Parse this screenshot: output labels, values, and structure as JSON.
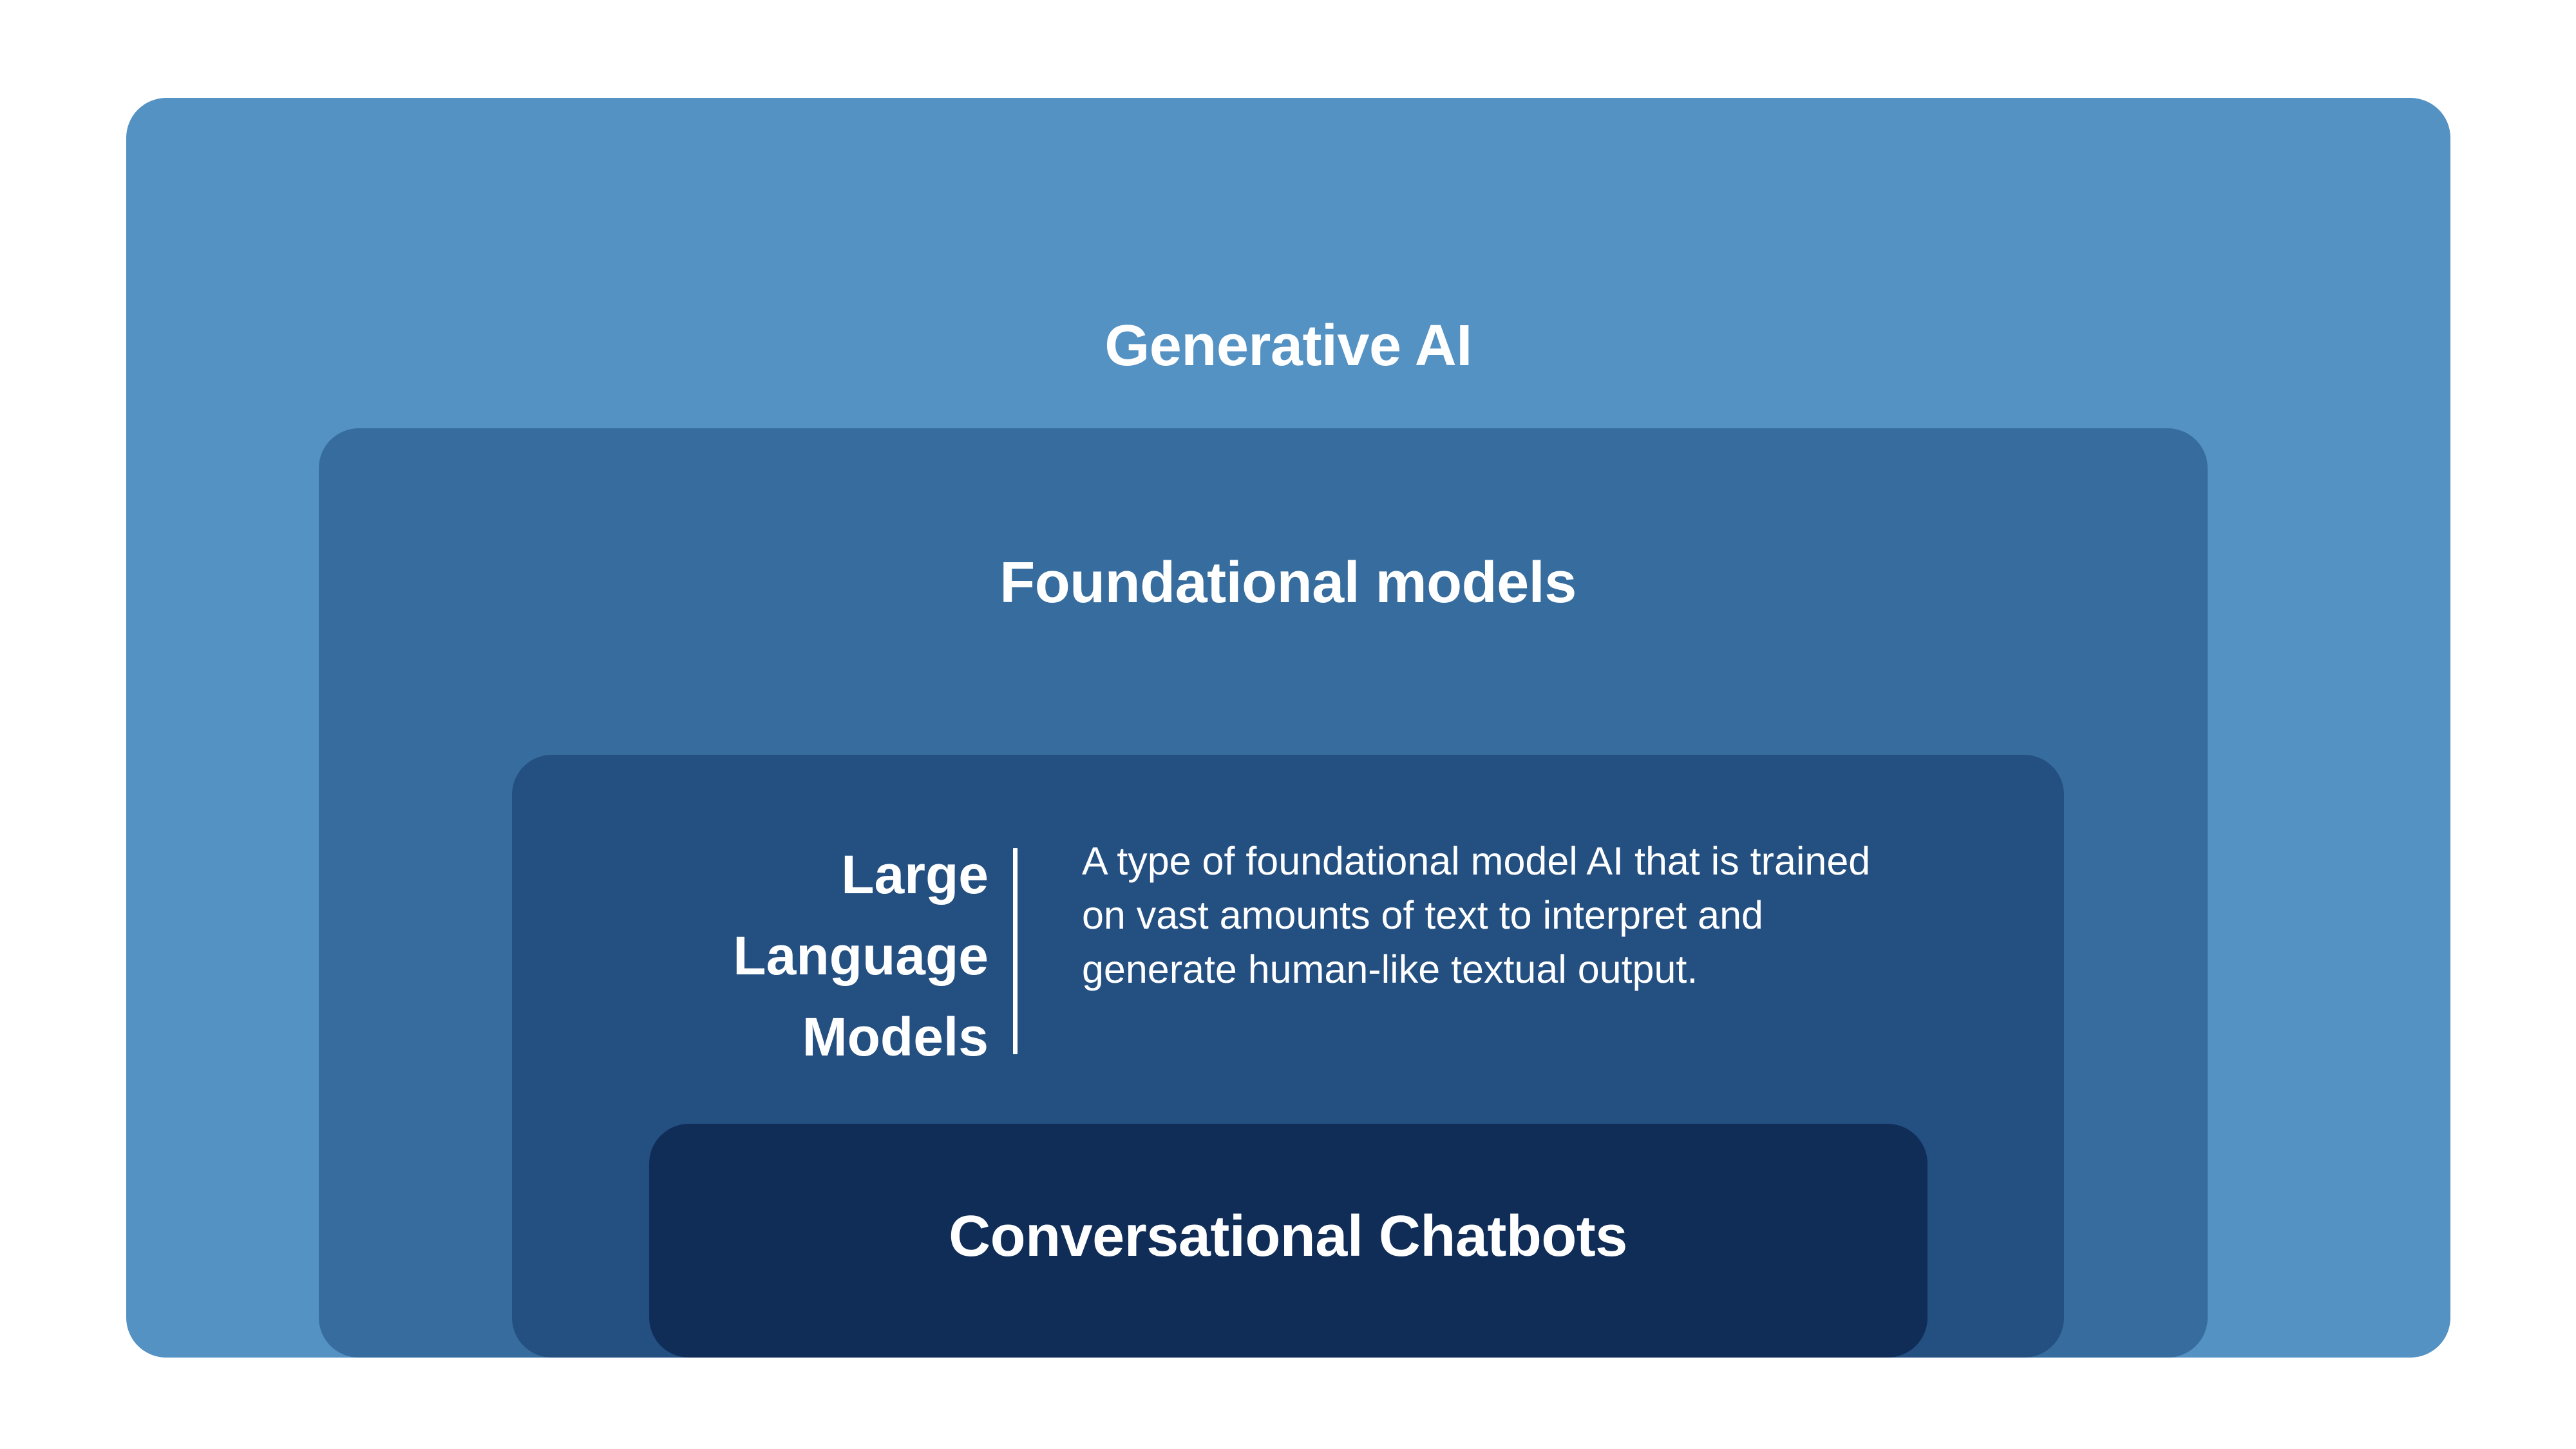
{
  "diagram": {
    "type": "nested-hierarchy",
    "title": "Generative AI hierarchy",
    "canvas_background": "#ffffff",
    "layers": [
      {
        "id": "generative-ai",
        "label": "Generative AI",
        "color": "#5492c4",
        "level": 1
      },
      {
        "id": "foundational-models",
        "label": "Foundational models",
        "color": "#376d9e",
        "level": 2
      },
      {
        "id": "large-language-models",
        "label": "Large Language Models",
        "label_lines": [
          "Large",
          "Language",
          "Models"
        ],
        "description": "A type of foundational model AI that is trained on vast amounts of text to interpret and generate human-like textual output.",
        "color": "#234f81",
        "level": 3
      },
      {
        "id": "conversational-chatbots",
        "label": "Conversational Chatbots",
        "color": "#102d58",
        "level": 4
      }
    ]
  },
  "text": {
    "generative_ai_title": "Generative AI",
    "foundational_models_title": "Foundational models",
    "llm_heading_line1": "Large",
    "llm_heading_line2": "Language",
    "llm_heading_line3": "Models",
    "llm_description": "A type of foundational model AI that is trained on vast amounts of text to interpret and generate human-like textual output.",
    "chatbots_title": "Conversational Chatbots"
  },
  "colors": {
    "layer1": "#5492c4",
    "layer2": "#376d9e",
    "layer3": "#234f81",
    "layer4": "#102d58",
    "text": "#ffffff",
    "background": "#ffffff"
  }
}
